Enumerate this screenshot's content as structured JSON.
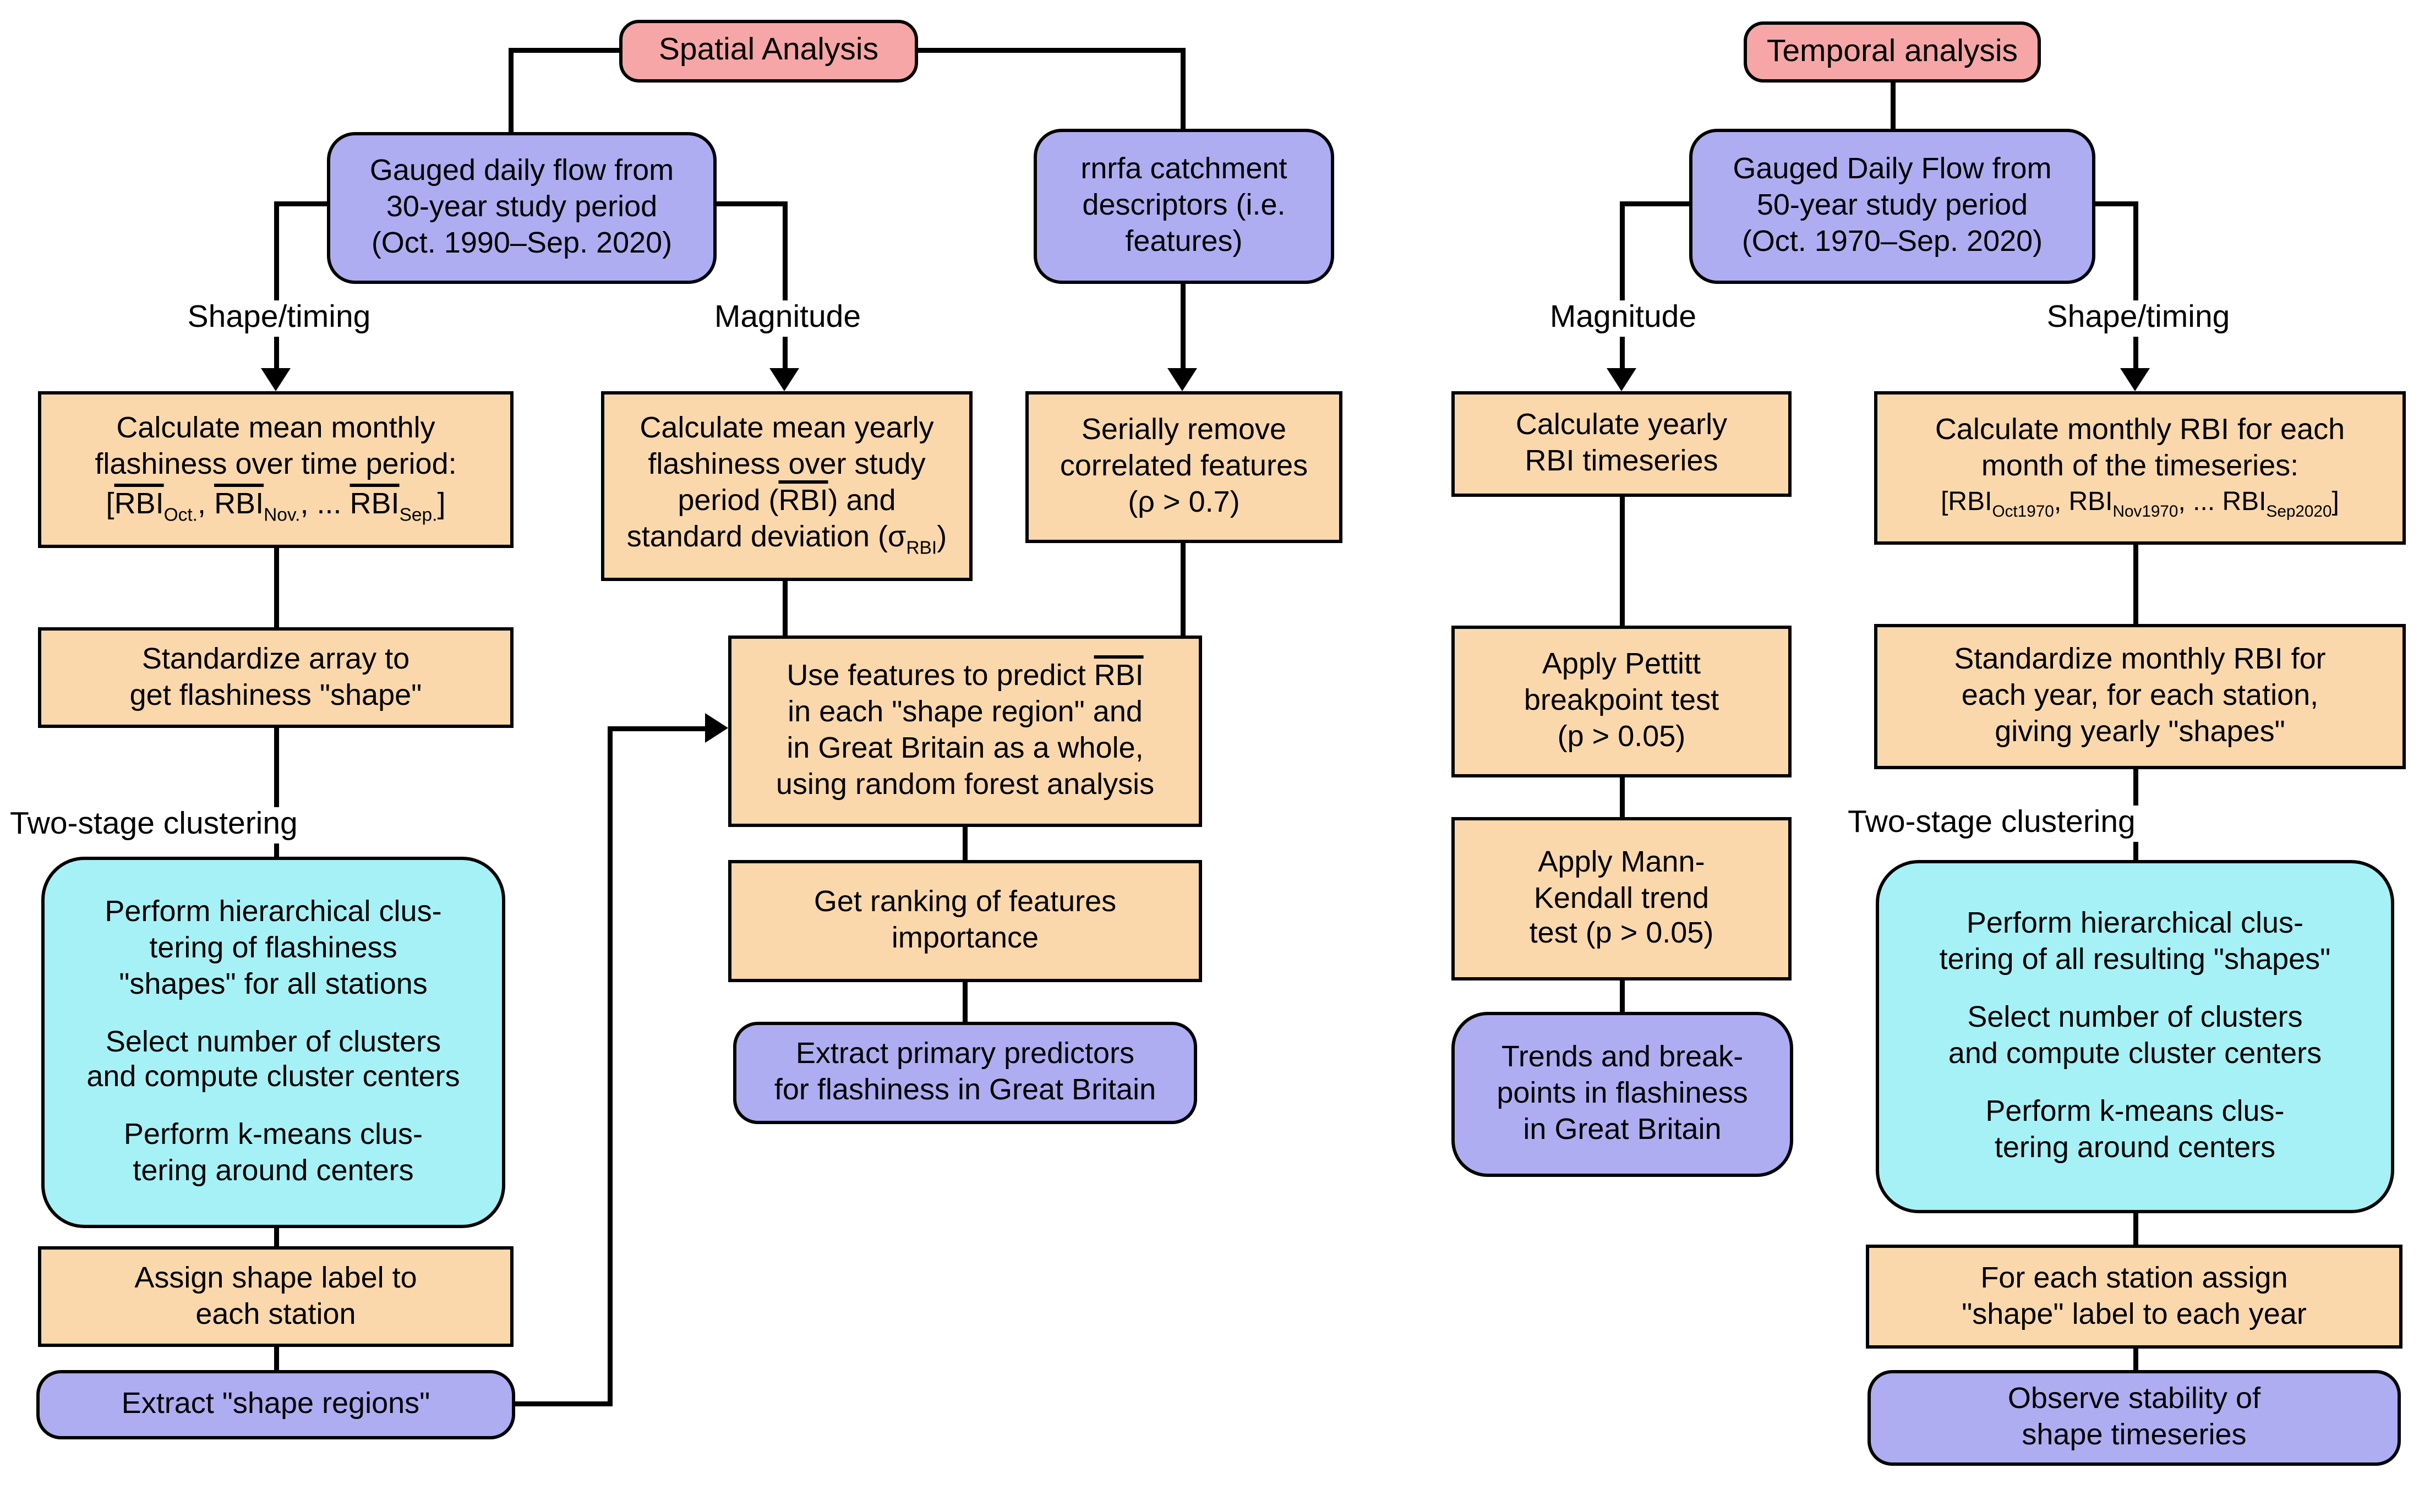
{
  "palette": {
    "pink": "#F6A6A6",
    "purple": "#AEADF2",
    "orange": "#FAD8AC",
    "cyan": "#A5F1F6",
    "line": "#000000"
  },
  "spatial": {
    "title": "Spatial Analysis",
    "source": {
      "lines": [
        "Gauged daily flow from",
        "30-year study period",
        "(Oct. 1990–Sep. 2020)"
      ]
    },
    "rnrfa": {
      "lines": [
        "rnrfa catchment",
        "descriptors (i.e.",
        "features)"
      ]
    },
    "branch_shape_label": "Shape/timing",
    "branch_magnitude_label": "Magnitude",
    "calc_monthly": {
      "lines": [
        "Calculate mean monthly",
        "flashiness over time period:"
      ],
      "formula": [
        {
          "t": "["
        },
        {
          "o": "RBI"
        },
        {
          "s": "Oct."
        },
        {
          "t": ", "
        },
        {
          "o": "RBI"
        },
        {
          "s": "Nov."
        },
        {
          "t": ", ... "
        },
        {
          "o": "RBI"
        },
        {
          "s": "Sep."
        },
        {
          "t": "]"
        }
      ]
    },
    "standardize": {
      "lines": [
        "Standardize array to",
        "get flashiness \"shape\""
      ]
    },
    "two_stage_label": "Two-stage clustering",
    "cluster_box": {
      "p1": [
        "Perform hierarchical clus-",
        "tering of flashiness",
        "\"shapes\" for all stations"
      ],
      "p2": [
        "Select number of clusters",
        "and compute cluster centers"
      ],
      "p3": [
        "Perform k-means clus-",
        "tering around centers"
      ]
    },
    "assign": {
      "lines": [
        "Assign shape label to",
        "each station"
      ]
    },
    "extract_regions": {
      "lines": [
        "Extract \"shape regions\""
      ]
    },
    "calc_yearly": {
      "lines": [
        "Calculate mean yearly",
        "flashiness over study"
      ],
      "line3": [
        {
          "t": "period ("
        },
        {
          "o": "RBI"
        },
        {
          "t": ") and"
        }
      ],
      "line4": [
        {
          "t": "standard deviation (σ"
        },
        {
          "s": "RBI"
        },
        {
          "t": ")"
        }
      ]
    },
    "predict": {
      "line1": [
        {
          "t": "Use features to predict "
        },
        {
          "o": "RBI"
        }
      ],
      "lines": [
        "in each \"shape region\" and",
        "in Great Britain as a whole,",
        "using random forest analysis"
      ]
    },
    "ranking": {
      "lines": [
        "Get ranking of features",
        "importance"
      ]
    },
    "extract_predictors": {
      "lines": [
        "Extract primary predictors",
        "for flashiness in Great Britain"
      ]
    },
    "serially_remove": {
      "lines": [
        "Serially remove",
        "correlated features",
        "(ρ > 0.7)"
      ]
    }
  },
  "temporal": {
    "title": "Temporal analysis",
    "source": {
      "lines": [
        "Gauged Daily Flow from",
        "50-year study period",
        "(Oct. 1970–Sep. 2020)"
      ]
    },
    "branch_magnitude_label": "Magnitude",
    "branch_shape_label": "Shape/timing",
    "calc_yearly_ts": {
      "lines": [
        "Calculate yearly",
        "RBI timeseries"
      ]
    },
    "pettitt": {
      "lines": [
        "Apply Pettitt",
        "breakpoint test",
        "(p > 0.05)"
      ]
    },
    "mann_kendall": {
      "lines": [
        "Apply Mann-",
        "Kendall trend",
        "test (p > 0.05)"
      ]
    },
    "trends": {
      "lines": [
        "Trends and break-",
        "points in flashiness",
        "in Great Britain"
      ]
    },
    "calc_monthly": {
      "lines": [
        "Calculate monthly RBI for each",
        "month of the timeseries:"
      ],
      "formula": [
        {
          "t": "[RBI"
        },
        {
          "s": "Oct1970"
        },
        {
          "t": ", RBI"
        },
        {
          "s": "Nov1970"
        },
        {
          "t": ", ... RBI"
        },
        {
          "s": "Sep2020"
        },
        {
          "t": "]"
        }
      ]
    },
    "standardize": {
      "lines": [
        "Standardize monthly RBI for",
        "each year, for each station,",
        "giving yearly \"shapes\""
      ]
    },
    "two_stage_label": "Two-stage clustering",
    "cluster_box": {
      "p1": [
        "Perform hierarchical clus-",
        "tering of all resulting \"shapes\""
      ],
      "p2": [
        "Select number of clusters",
        "and compute cluster centers"
      ],
      "p3": [
        "Perform k-means clus-",
        "tering around centers"
      ]
    },
    "assign": {
      "lines": [
        "For each station assign",
        "\"shape\" label to each year"
      ]
    },
    "observe": {
      "lines": [
        "Observe stability of",
        "shape timeseries"
      ]
    }
  }
}
